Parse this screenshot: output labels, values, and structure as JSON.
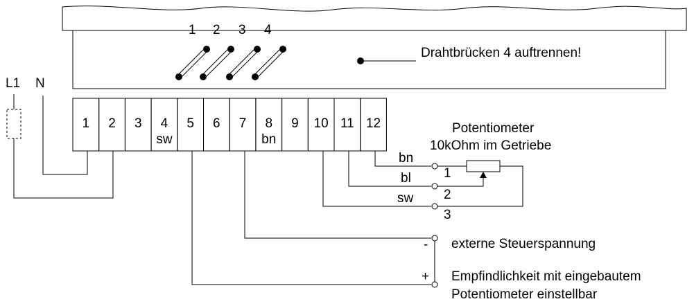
{
  "jumper_header_labels": [
    "1",
    "2",
    "3",
    "4"
  ],
  "jumper_note": "Drahtbrücken 4 auftrennen!",
  "supply_labels": {
    "l1": "L1",
    "n": "N"
  },
  "terminals": [
    {
      "number": "1",
      "sub": ""
    },
    {
      "number": "2",
      "sub": ""
    },
    {
      "number": "3",
      "sub": ""
    },
    {
      "number": "4",
      "sub": "sw"
    },
    {
      "number": "5",
      "sub": ""
    },
    {
      "number": "6",
      "sub": ""
    },
    {
      "number": "7",
      "sub": ""
    },
    {
      "number": "8",
      "sub": "bn"
    },
    {
      "number": "9",
      "sub": ""
    },
    {
      "number": "10",
      "sub": ""
    },
    {
      "number": "11",
      "sub": ""
    },
    {
      "number": "12",
      "sub": ""
    }
  ],
  "potentiometer": {
    "title": "Potentiometer",
    "subtitle": "10kOhm im Getriebe",
    "wire_colors": [
      "bn",
      "bl",
      "sw"
    ],
    "pin_numbers": [
      "1",
      "2",
      "3"
    ]
  },
  "control_voltage": {
    "minus": "-",
    "plus": "+",
    "label": "externe Steuerspannung",
    "note_line1": "Empfindlichkeit mit eingebautem",
    "note_line2": "Potentiometer einstellbar"
  }
}
